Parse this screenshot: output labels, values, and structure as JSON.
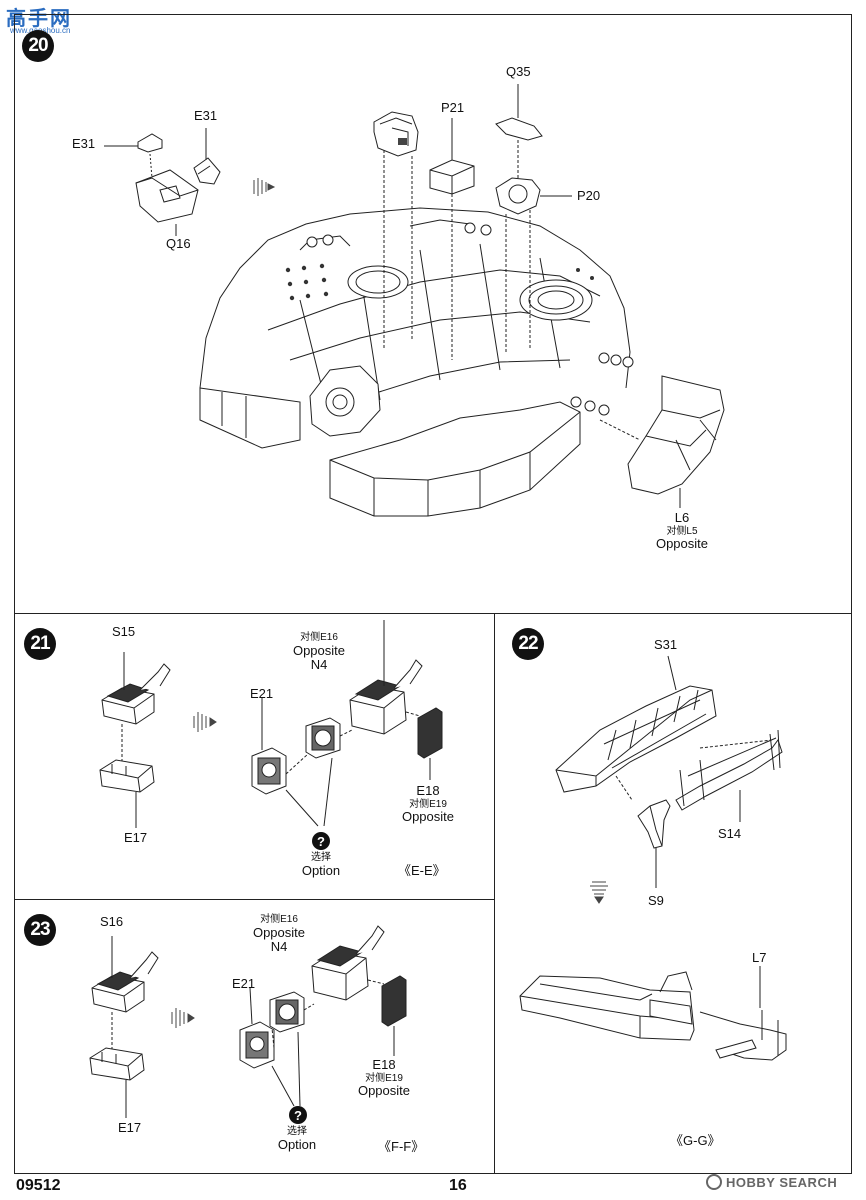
{
  "watermark_top": {
    "logo_text": "高手网",
    "url": "www.gaoshou.cn"
  },
  "watermark_bottom": {
    "brand": "HOBBY SEARCH"
  },
  "footer": {
    "code": "09512",
    "page": "16"
  },
  "step20": {
    "number": "20",
    "labels": {
      "e31_a": "E31",
      "e31_b": "E31",
      "q16": "Q16",
      "p21": "P21",
      "q35": "Q35",
      "p20": "P20",
      "l6": "L6",
      "l6_sub": "对侧L5",
      "l6_opp": "Opposite"
    }
  },
  "step21": {
    "number": "21",
    "labels": {
      "s15": "S15",
      "e17": "E17",
      "e16_sub": "对侧E16",
      "e16_opp": "Opposite",
      "n4": "N4",
      "e21": "E21",
      "e18": "E18",
      "e19_sub": "对侧E19",
      "e19_opp": "Opposite",
      "option_cn": "选择",
      "option": "Option",
      "view": "《E-E》"
    }
  },
  "step22": {
    "number": "22",
    "labels": {
      "s31": "S31",
      "s14": "S14",
      "s9": "S9",
      "l7": "L7",
      "view": "《G-G》"
    }
  },
  "step23": {
    "number": "23",
    "labels": {
      "s16": "S16",
      "e17": "E17",
      "e16_sub": "对侧E16",
      "e16_opp": "Opposite",
      "n4": "N4",
      "e21": "E21",
      "e18": "E18",
      "e19_sub": "对侧E19",
      "e19_opp": "Opposite",
      "option_cn": "选择",
      "option": "Option",
      "view": "《F-F》"
    }
  },
  "icons": {
    "question": "?"
  }
}
